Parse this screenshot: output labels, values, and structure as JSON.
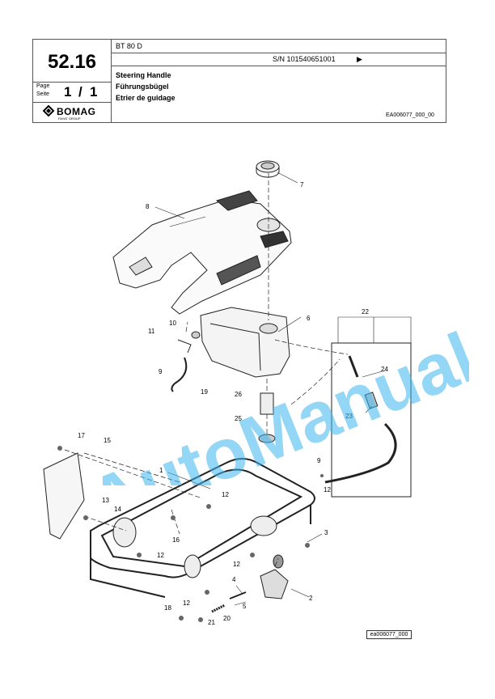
{
  "header": {
    "section_number": "52.16",
    "page_label_de": "Page",
    "page_label_fr": "Seite",
    "page_current": "1",
    "page_sep": "/",
    "page_total": "1",
    "brand": "BOMAG",
    "brand_sub": "FAYAT GROUP",
    "model": "BT 80 D",
    "serial": "S/N 101540651001",
    "serial_arrow": "▶",
    "title_en": "Steering Handle",
    "title_de": "Führungsbügel",
    "title_fr": "Etrier de guidage",
    "drawing_code": "EA006077_000_00"
  },
  "callouts": [
    "1",
    "2",
    "3",
    "4",
    "5",
    "6",
    "7",
    "8",
    "9",
    "9",
    "10",
    "11",
    "12",
    "12",
    "12",
    "12",
    "12",
    "13",
    "14",
    "15",
    "16",
    "17",
    "18",
    "19",
    "20",
    "21",
    "22",
    "23",
    "24",
    "25",
    "26"
  ],
  "watermark": "AutoManual",
  "figure_ref": "ea006077_000"
}
